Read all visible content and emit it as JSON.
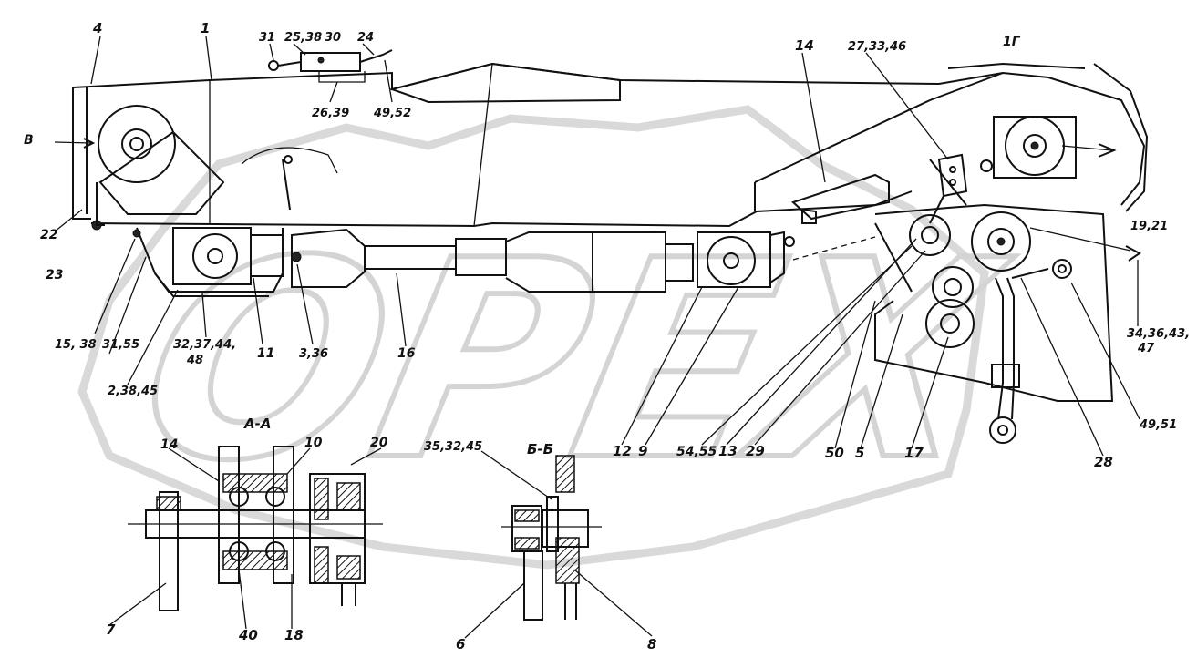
{
  "watermark": {
    "text": "OPEX",
    "color": "#d4d4d4"
  },
  "corner_mark": "",
  "sections": {
    "aa": "А-А",
    "bb": "Б-Б",
    "g": "1Г"
  },
  "arrows": {
    "b": "В"
  },
  "labels": {
    "l4": "4",
    "l1": "1",
    "l31": "31",
    "l25_38_30": "25,38",
    "l30": "30",
    "l24": "24",
    "l26_39": "26,39",
    "l49_52": "49,52",
    "l14": "14",
    "l27_33_46": "27,33,46",
    "l22": "22",
    "l23": "23",
    "l15_38": "15, 38",
    "l31_55": "31,55",
    "l32_37": "32,37,44,",
    "l48": "48",
    "l2_38_45": "2,38,45",
    "l11": "11",
    "l3_36": "3,36",
    "l16": "16",
    "l12": "12",
    "l9": "9",
    "l54_55": "54,55",
    "l13": "13",
    "l29": "29",
    "l50": "50",
    "l5": "5",
    "l17": "17",
    "l28": "28",
    "l19_21": "19,21",
    "l34_36": "34,36,43,",
    "l47": "47",
    "l49_51": "49,51",
    "l14b": "14",
    "l10a": "10",
    "l20": "20",
    "l7": "7",
    "l40": "40",
    "l18": "18",
    "l35_32_45": "35,32,45",
    "l6": "6",
    "l8": "8"
  }
}
